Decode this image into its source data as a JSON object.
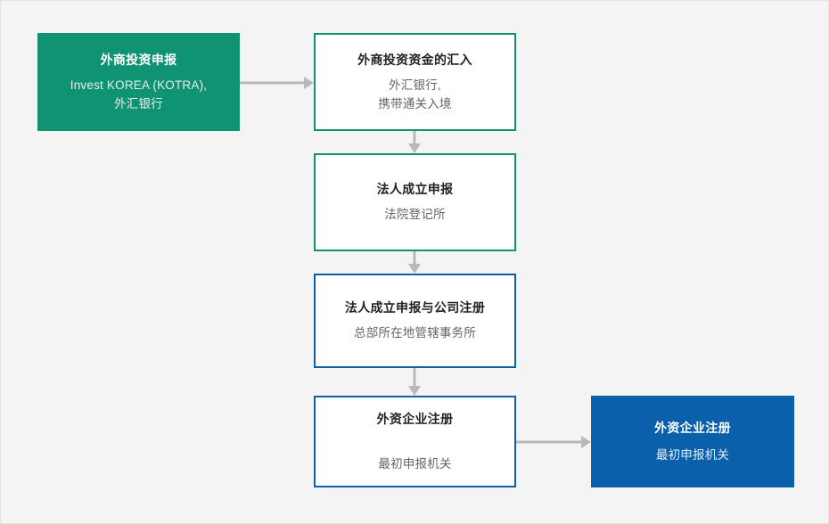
{
  "diagram": {
    "background_color": "#f4f4f4",
    "accent_green": "#109372",
    "accent_blue": "#0b60ac",
    "connector_color": "#b9b9b9",
    "nodes": [
      {
        "id": "foreign-investment-declaration",
        "title": "外商投资申报",
        "sub_lines": [
          "Invest KOREA (KOTRA),",
          "外汇银行"
        ],
        "style": "filled-green"
      },
      {
        "id": "remittance-of-investment-funds",
        "title": "外商投资资金的汇入",
        "sub_lines": [
          "外汇银行,",
          "携带通关入境"
        ],
        "style": "outline-green"
      },
      {
        "id": "corporation-establishment-declaration",
        "title": "法人成立申报",
        "sub_lines": [
          "法院登记所"
        ],
        "style": "outline-green"
      },
      {
        "id": "corporation-establishment-and-company-registration",
        "title": "法人成立申报与公司注册",
        "sub_lines": [
          "总部所在地管辖事务所"
        ],
        "style": "outline-blue"
      },
      {
        "id": "foreign-invested-company-registration",
        "title": "外资企业注册",
        "sub_lines": [
          "最初申报机关"
        ],
        "style": "outline-blue"
      },
      {
        "id": "foreign-invested-company-registration-final",
        "title": "外资企业注册",
        "sub_lines": [
          "最初申报机关"
        ],
        "style": "filled-blue"
      }
    ],
    "connectors": [
      {
        "id": "arrow-declaration-to-remittance",
        "direction": "right"
      },
      {
        "id": "arrow-remittance-to-establishment",
        "direction": "down"
      },
      {
        "id": "arrow-establishment-to-registration",
        "direction": "down"
      },
      {
        "id": "arrow-registration-to-foreign-company",
        "direction": "down"
      },
      {
        "id": "arrow-foreign-company-to-final",
        "direction": "right"
      }
    ]
  }
}
